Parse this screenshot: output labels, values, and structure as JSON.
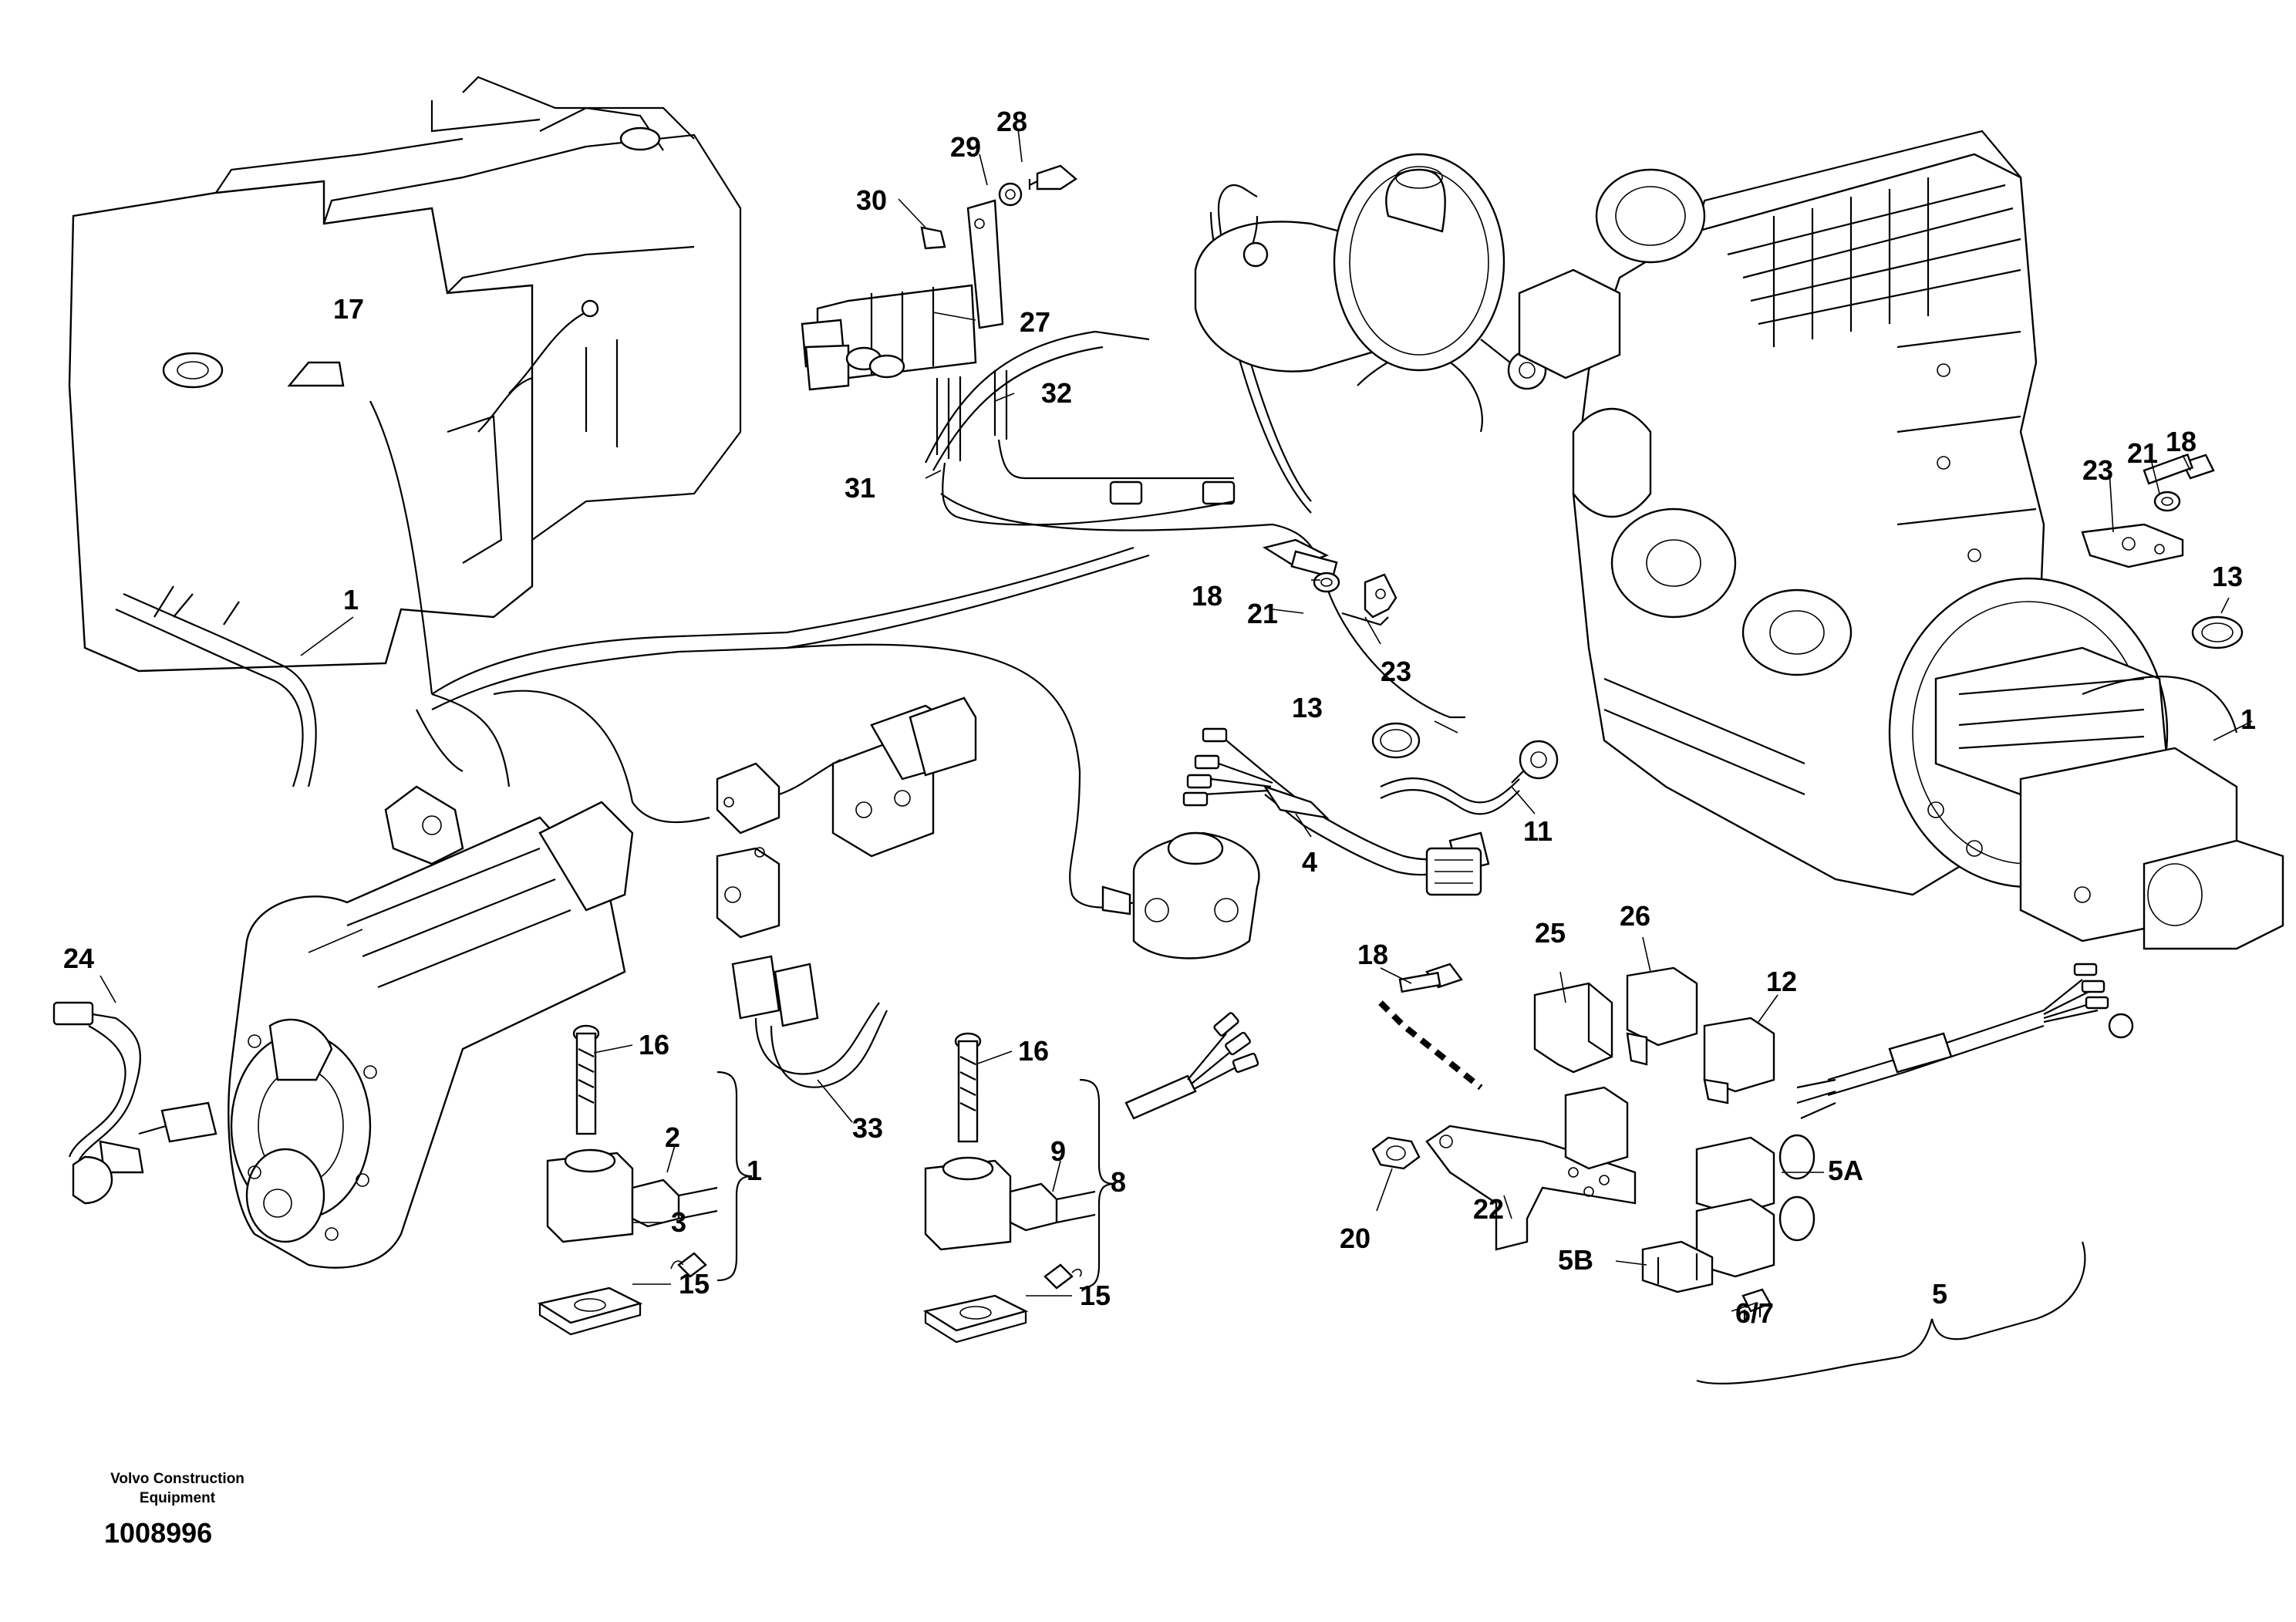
{
  "footer": {
    "manufacturer_line1": "Volvo Construction",
    "manufacturer_line2": "Equipment",
    "document_number": "1008996"
  },
  "callouts": [
    {
      "id": "c1a",
      "label": "1"
    },
    {
      "id": "c1b",
      "label": "1"
    },
    {
      "id": "c1c",
      "label": "1"
    },
    {
      "id": "c2",
      "label": "2"
    },
    {
      "id": "c3",
      "label": "3"
    },
    {
      "id": "c4",
      "label": "4"
    },
    {
      "id": "c5",
      "label": "5"
    },
    {
      "id": "c5A",
      "label": "5A"
    },
    {
      "id": "c5B",
      "label": "5B"
    },
    {
      "id": "c67",
      "label": "6/7"
    },
    {
      "id": "c8",
      "label": "8"
    },
    {
      "id": "c9",
      "label": "9"
    },
    {
      "id": "c11",
      "label": "11"
    },
    {
      "id": "c12",
      "label": "12"
    },
    {
      "id": "c13a",
      "label": "13"
    },
    {
      "id": "c13b",
      "label": "13"
    },
    {
      "id": "c15a",
      "label": "15"
    },
    {
      "id": "c15b",
      "label": "15"
    },
    {
      "id": "c16a",
      "label": "16"
    },
    {
      "id": "c16b",
      "label": "16"
    },
    {
      "id": "c17",
      "label": "17"
    },
    {
      "id": "c18a",
      "label": "18"
    },
    {
      "id": "c18b",
      "label": "18"
    },
    {
      "id": "c18c",
      "label": "18"
    },
    {
      "id": "c20",
      "label": "20"
    },
    {
      "id": "c21a",
      "label": "21"
    },
    {
      "id": "c21b",
      "label": "21"
    },
    {
      "id": "c22",
      "label": "22"
    },
    {
      "id": "c23a",
      "label": "23"
    },
    {
      "id": "c23b",
      "label": "23"
    },
    {
      "id": "c24",
      "label": "24"
    },
    {
      "id": "c25",
      "label": "25"
    },
    {
      "id": "c26",
      "label": "26"
    },
    {
      "id": "c27",
      "label": "27"
    },
    {
      "id": "c28",
      "label": "28"
    },
    {
      "id": "c29",
      "label": "29"
    },
    {
      "id": "c30",
      "label": "30"
    },
    {
      "id": "c31",
      "label": "31"
    },
    {
      "id": "c32",
      "label": "32"
    },
    {
      "id": "c33",
      "label": "33"
    }
  ]
}
